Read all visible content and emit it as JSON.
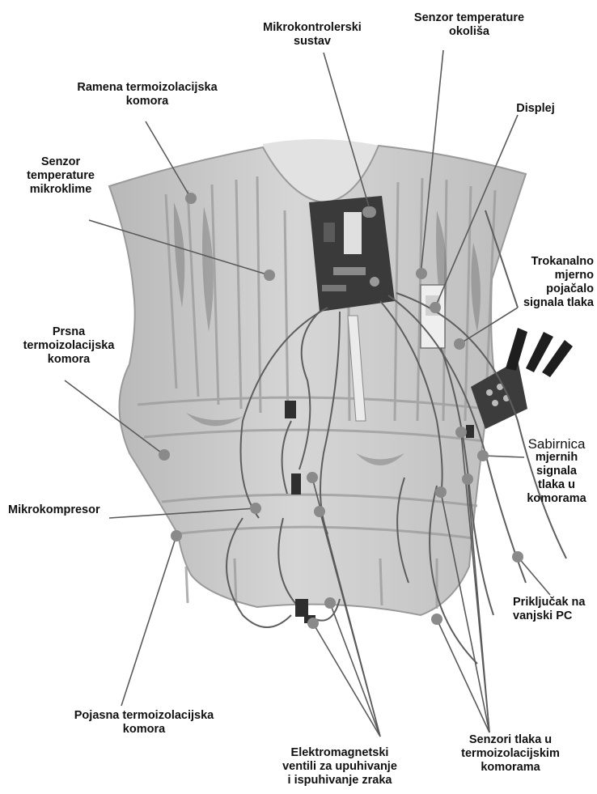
{
  "figure": {
    "labels": {
      "mikrokontrolerski": [
        "Mikrokontrolerski",
        "sustav"
      ],
      "senzor_okolisa": [
        "Senzor temperature",
        "okoliša"
      ],
      "ramena": [
        "Ramena termoizolacijska",
        "komora"
      ],
      "displej": [
        "Displej"
      ],
      "senzor_mikroklime": [
        "Senzor",
        "temperature",
        "mikroklime"
      ],
      "trokanalno": [
        "Trokanalno",
        "mjerno",
        "pojačalo",
        "signala tlaka"
      ],
      "prsna": [
        "Prsna",
        "termoizolacijska",
        "komora"
      ],
      "sabirnica": [
        "Sabirnica",
        "mjernih",
        "signala",
        "tlaka u",
        "komorama"
      ],
      "mikrokompresor": [
        "Mikrokompresor"
      ],
      "prikljucak": [
        "Priključak na",
        "vanjski PC"
      ],
      "pojasna": [
        "Pojasna termoizolacijska",
        "komora"
      ],
      "elektromagnetski": [
        "Elektromagnetski",
        "ventili za upuhivanje",
        "i ispuhivanje zraka"
      ],
      "senzori_tlaka": [
        "Senzori tlaka u",
        "termoizolacijskim",
        "komorama"
      ]
    },
    "colors": {
      "vest": "#c9c9c9",
      "vest_dark": "#8e8e8e",
      "marker": "#8a8a8a",
      "leader": "#5a5a5a",
      "wire": "#5e5e5e",
      "board": "#3a3a3a"
    }
  }
}
